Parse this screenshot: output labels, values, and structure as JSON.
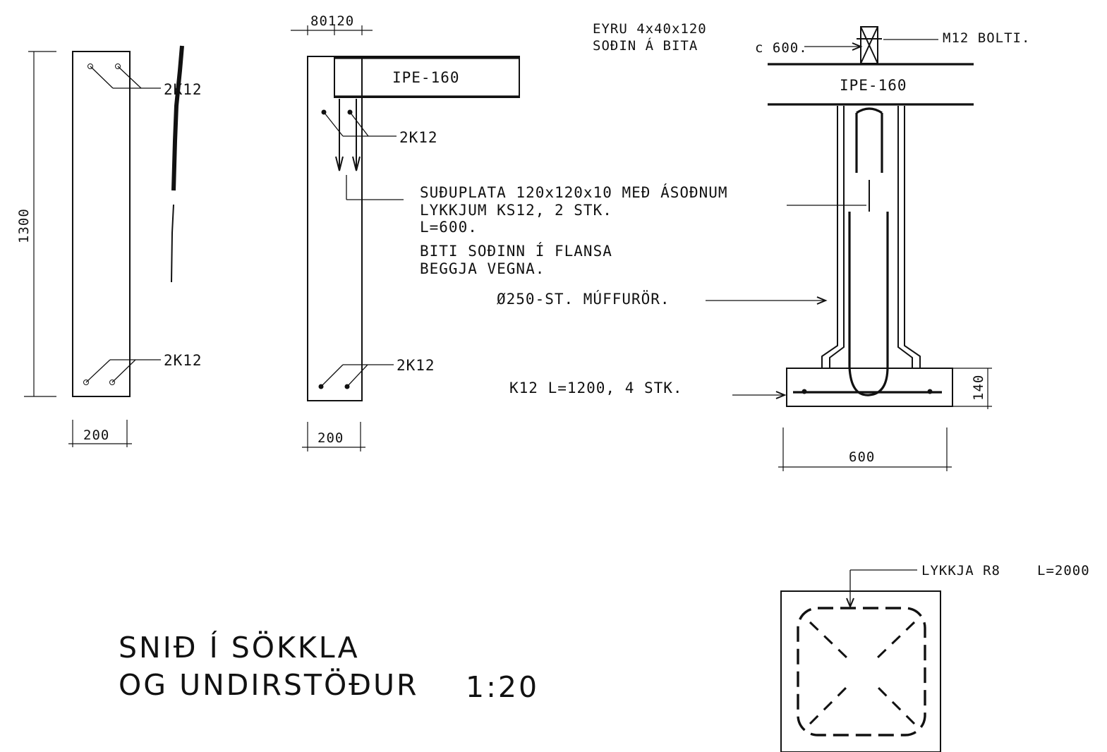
{
  "title": {
    "line1": "SNIÐ Í SÖKKLA",
    "line2": "OG UNDIRSTÖÐUR",
    "scale": "1:20"
  },
  "left_section": {
    "height_dim": "1300",
    "width_dim": "200",
    "top_rebar": "2K12",
    "bottom_rebar": "2K12"
  },
  "middle_section": {
    "top_dims": "80120",
    "beam": "IPE-160",
    "top_rebar": "2K12",
    "bottom_rebar": "2K12",
    "width_dim": "200"
  },
  "notes": {
    "plate_line1": "SUÐUPLATA 120x120x10 MEÐ ÁSOÐNUM",
    "plate_line2": "LYKKJUM KS12, 2 STK.",
    "plate_line3": "L=600.",
    "beam_line1": "BITI SOÐINN Í FLANSA",
    "beam_line2": "BEGGJA VEGNA.",
    "pipe": "Ø250-ST. MÚFFURÖR.",
    "bars": "K12 L=1200, 4 STK."
  },
  "right_section": {
    "ear_line1": "EYRU 4x40x120",
    "ear_line2": "SOÐIN Á BITA",
    "ear_spacing": "c 600.",
    "bolt": "M12 BOLTI.",
    "beam": "IPE-160",
    "foot_height_dim": "140",
    "foot_width_dim": "600"
  },
  "plan_section": {
    "loop": "LYKKJA R8",
    "loop_length": "L=2000"
  }
}
